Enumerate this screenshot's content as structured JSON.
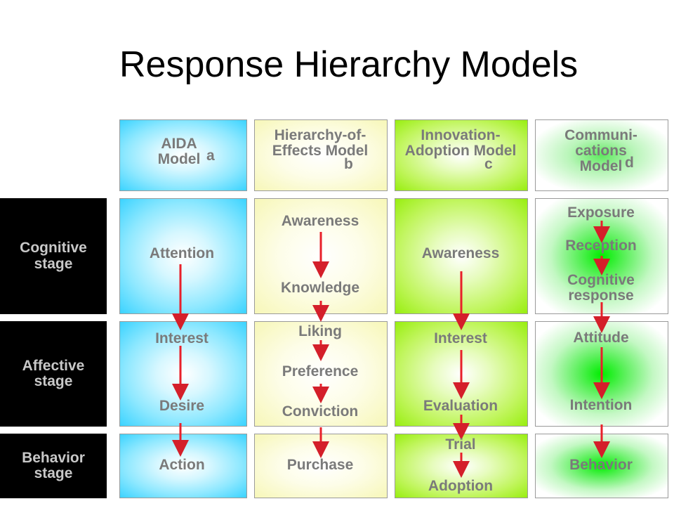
{
  "title": "Response Hierarchy Models",
  "stages": {
    "cognitive": "Cognitive stage",
    "affective": "Affective stage",
    "behavior": "Behavior stage"
  },
  "models": {
    "aida": {
      "header": "AIDA Model",
      "superscript": "a",
      "steps": [
        "Attention",
        "Interest",
        "Desire",
        "Action"
      ]
    },
    "hierarchy_of_effects": {
      "header": "Hierarchy-of-Effects Model",
      "superscript": "b",
      "steps": [
        "Awareness",
        "Knowledge",
        "Liking",
        "Preference",
        "Conviction",
        "Purchase"
      ]
    },
    "innovation_adoption": {
      "header": "Innovation-Adoption Model",
      "superscript": "c",
      "steps": [
        "Awareness",
        "Interest",
        "Evaluation",
        "Trial",
        "Adoption"
      ]
    },
    "communications": {
      "header": "Communi-cations Model",
      "superscript": "d",
      "steps": [
        "Exposure",
        "Reception",
        "Cognitive response",
        "Attitude",
        "Intention",
        "Behavior"
      ]
    }
  },
  "colors": {
    "arrow": "#e8202a",
    "stage_background": "#000000",
    "stage_text": "#c8c8c8",
    "label_text": "#7a7a7a"
  }
}
